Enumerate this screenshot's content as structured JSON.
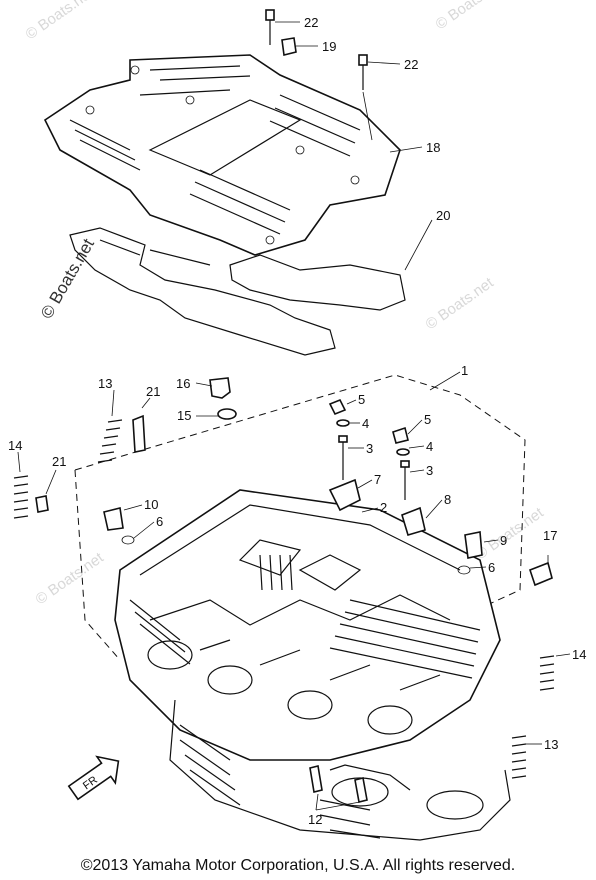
{
  "watermark": "© Boats.net",
  "fr_mark": "FR",
  "copyright": "©2013 Yamaha Motor Corporation, U.S.A. All rights reserved.",
  "callouts": [
    "22",
    "19",
    "22",
    "18",
    "20",
    "1",
    "16",
    "5",
    "15",
    "4",
    "13",
    "21",
    "3",
    "5",
    "4",
    "14",
    "21",
    "7",
    "3",
    "2",
    "10",
    "8",
    "6",
    "9",
    "17",
    "6",
    "14",
    "13",
    "12"
  ],
  "colors": {
    "ink": "#111111",
    "watermark": "#d8d8d8",
    "background": "#ffffff"
  }
}
